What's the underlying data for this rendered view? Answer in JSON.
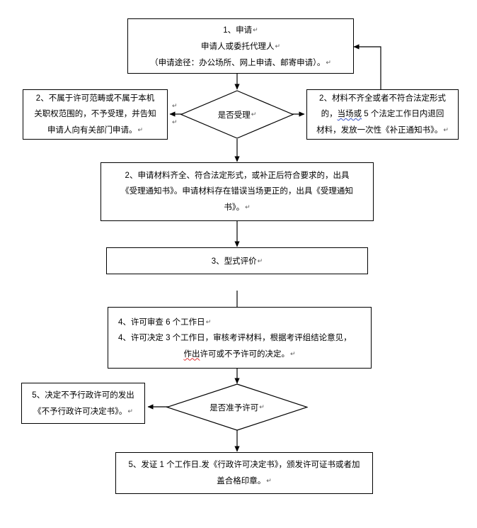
{
  "document": {
    "title": "行政许可办理流程图",
    "paragraph_mark": "↵",
    "colors": {
      "stroke": "#000000",
      "background": "#ffffff",
      "text": "#000000",
      "spelling_squiggle": "#e03030",
      "grammar_squiggle": "#3a55c8"
    }
  },
  "nodes": {
    "apply": {
      "shape": "process",
      "lines": [
        "1、申请",
        "申请人或委托代理人",
        "（申请途径：办公场所、网上申请、邮寄申请）。"
      ]
    },
    "not_in_scope": {
      "shape": "process",
      "lines": [
        "2、不属于许可范畴或不属于本机",
        "关职权范围的，不予受理，并告知",
        "申请人向有关部门申请。"
      ]
    },
    "incomplete_materials": {
      "shape": "process",
      "lines_parts": [
        [
          {
            "t": "2、材料不齐全或者不符合法定形式",
            "mark": "none"
          }
        ],
        [
          {
            "t": "的，",
            "mark": "none"
          },
          {
            "t": "当场或",
            "mark": "grammar"
          },
          {
            "t": " 5 个法定工作日内退回",
            "mark": "none"
          }
        ],
        [
          {
            "t": "材料，发放一次性《补正通知书》。",
            "mark": "none"
          }
        ]
      ]
    },
    "accept_decision": {
      "shape": "decision",
      "label": "是否受理"
    },
    "accepted": {
      "shape": "process",
      "lines": [
        "2、申请材料齐全、符合法定形式，或补正后符合要求的，出具",
        "《受理通知书》。申请材料存在错误当场更正的，出具《受理通知",
        "书》。"
      ]
    },
    "type_evaluation": {
      "shape": "process",
      "lines": [
        "3、型式评价"
      ]
    },
    "review": {
      "shape": "process",
      "lines_parts": [
        [
          {
            "t": "4、许可审查 6 个工作日",
            "mark": "none"
          }
        ],
        [
          {
            "t": "4、许可决定 3 个工作日，审核考评材料，根据考评组结论意见，",
            "mark": "none"
          }
        ],
        [
          {
            "t": "作出",
            "mark": "spelling"
          },
          {
            "t": "许可或不予许可的决定。",
            "mark": "none"
          }
        ]
      ]
    },
    "permit_decision": {
      "shape": "decision",
      "label": "是否准予许可"
    },
    "refuse": {
      "shape": "process",
      "lines": [
        "5、决定不予行政许可的发出",
        "《不予行政许可决定书》。"
      ]
    },
    "issue_certificate": {
      "shape": "process",
      "lines": [
        "5、发证 1 个工作日.发《行政许可决定书》，颁发许可证书或者加",
        "盖合格印章。"
      ]
    }
  },
  "connectors": [
    {
      "name": "apply-to-accept-decision",
      "from": "apply",
      "to": "accept_decision",
      "label": ""
    },
    {
      "name": "accept-decision-to-not-in-scope",
      "from": "accept_decision",
      "to": "not_in_scope",
      "label": ""
    },
    {
      "name": "accept-decision-to-incomplete",
      "from": "accept_decision",
      "to": "incomplete_materials",
      "label": ""
    },
    {
      "name": "incomplete-back-to-apply",
      "from": "incomplete_materials",
      "to": "apply",
      "label": ""
    },
    {
      "name": "accept-decision-to-accepted",
      "from": "accept_decision",
      "to": "accepted",
      "label": ""
    },
    {
      "name": "accepted-to-type-evaluation",
      "from": "accepted",
      "to": "type_evaluation",
      "label": ""
    },
    {
      "name": "type-evaluation-to-review",
      "from": "type_evaluation",
      "to": "review",
      "label": ""
    },
    {
      "name": "review-to-permit-decision",
      "from": "review",
      "to": "permit_decision",
      "label": ""
    },
    {
      "name": "permit-decision-to-refuse",
      "from": "permit_decision",
      "to": "refuse",
      "label": ""
    },
    {
      "name": "permit-decision-to-issue",
      "from": "permit_decision",
      "to": "issue_certificate",
      "label": ""
    }
  ],
  "stray_marks": [
    {
      "name": "stray-pilcrow-upper",
      "text": "↵"
    },
    {
      "name": "stray-pilcrow-lower",
      "text": "↵"
    }
  ]
}
